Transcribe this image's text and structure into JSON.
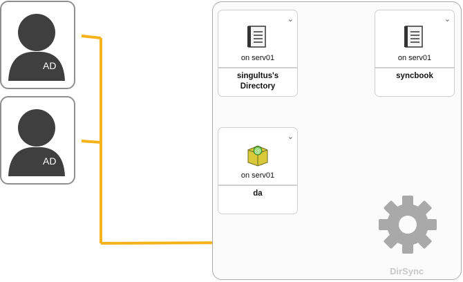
{
  "ad_sources": [
    {
      "label": "AD"
    },
    {
      "label": "AD"
    }
  ],
  "nodes": {
    "singultus": {
      "server": "on serv01",
      "name": "singultus's Directory",
      "icon": "notebook-icon"
    },
    "syncbook": {
      "server": "on serv01",
      "name": "syncbook",
      "icon": "notebook-icon"
    },
    "da": {
      "server": "on serv01",
      "name": "da",
      "icon": "address-book-icon"
    }
  },
  "dirsync": {
    "label": "DirSync",
    "icon": "gear-icon"
  },
  "colors": {
    "connector": "#f5b21b",
    "avatar": "#3f3f3f",
    "gear": "#a9a9a9"
  }
}
